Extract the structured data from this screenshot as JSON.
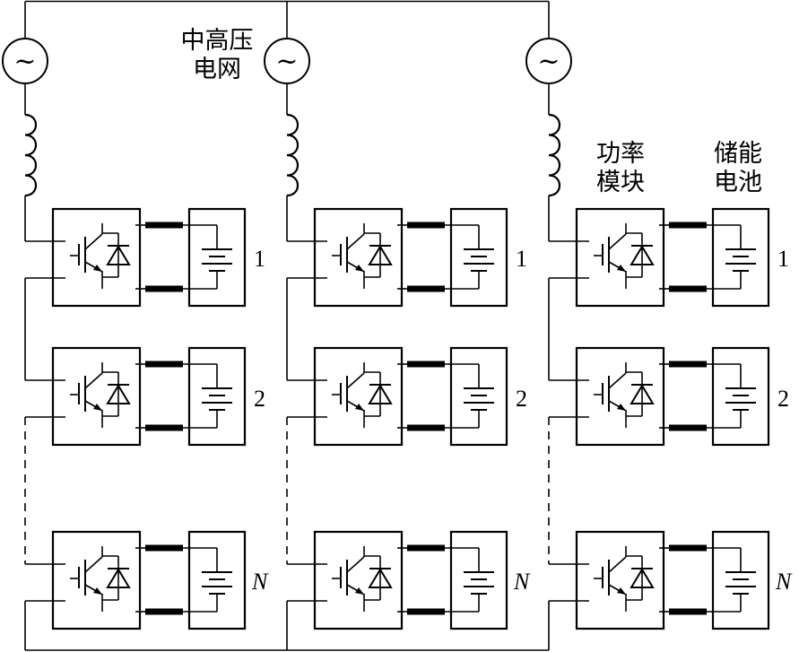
{
  "labels": {
    "grid": [
      "中高压",
      "电网"
    ],
    "power_module": [
      "功率",
      "模块"
    ],
    "battery": [
      "储能",
      "电池"
    ]
  },
  "columns": 3,
  "rows": [
    {
      "label": "1",
      "italic": false
    },
    {
      "label": "2",
      "italic": false
    },
    {
      "label": "N",
      "italic": true
    }
  ],
  "source_symbol": "~",
  "colors": {
    "line": "#000000",
    "background": "#ffffff"
  }
}
